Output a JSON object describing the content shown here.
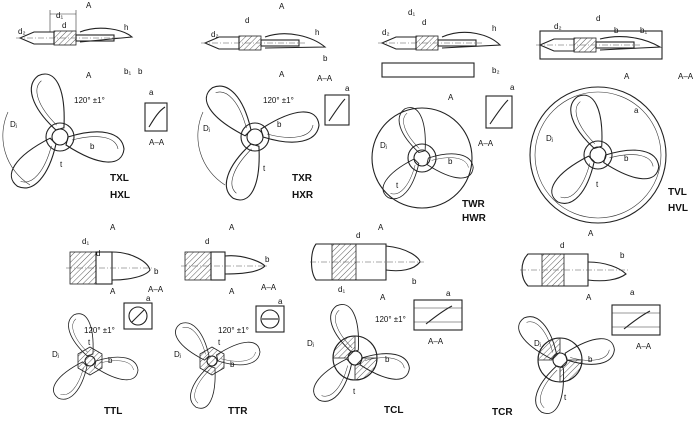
{
  "title": "",
  "angle": "120° ±1°",
  "section_label": "A–A",
  "section_marker": "A",
  "dims": {
    "d": "d",
    "d1": "d₁",
    "d2": "d₂",
    "b": "b",
    "b1": "b₁",
    "b2": "b₂",
    "h": "h",
    "t": "t",
    "a": "a",
    "Dj": "Dⱼ"
  },
  "types": [
    {
      "id": "txl",
      "code": "TXL",
      "alt": "HXL"
    },
    {
      "id": "txr",
      "code": "TXR",
      "alt": "HXR"
    },
    {
      "id": "twr",
      "code": "TWR",
      "alt": "HWR"
    },
    {
      "id": "tvl",
      "code": "TVL",
      "alt": "HVL"
    },
    {
      "id": "ttl",
      "code": "TTL",
      "alt": ""
    },
    {
      "id": "ttr",
      "code": "TTR",
      "alt": ""
    },
    {
      "id": "tcl",
      "code": "TCL",
      "alt": ""
    },
    {
      "id": "tcr",
      "code": "TCR",
      "alt": ""
    }
  ]
}
